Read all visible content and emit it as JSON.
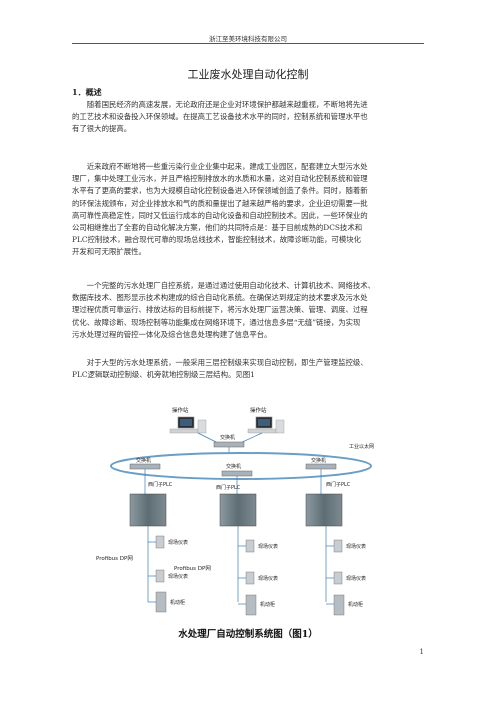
{
  "header": {
    "company": "浙江至美环境科技有限公司"
  },
  "doc": {
    "title": "工业废水处理自动化控制",
    "section": "1．概述",
    "p1": [
      "　　随着国民经济的高速发展，无论政府还是企业对环境保护都越来越重视，不断地将先进",
      "的工艺技术和设备投入环保领域。在提高工艺设备技术水平的同时，控制系统和管理水平也",
      "有了很大的提高。"
    ],
    "p2": [
      "　　近来政府不断地将一些重污染行业企业集中起来，建成工业园区，配套建立大型污水处",
      "理厂，集中处理工业污水，并且严格控制排放水的水质和水量，这对自动化控制系统和管理",
      "水平有了更高的要求，也为大规模自动化控制设备进入环保领域创造了条件。同时，随着新",
      "的环保法规颁布，对企业排放水和气的质和量提出了越来越严格的要求，企业迫切需要一批",
      "高可靠性高稳定性，同时又低运行成本的自动化设备和自动控制技术。因此，一些环保业的",
      "公司相继推出了全套的自动化解决方案，他们的共同特点是：基于目前成熟的DCS技术和",
      "PLC控制技术，融合现代可靠的现场总线技术，智能控制技术，故障诊断功能，可模块化",
      "开发和可无限扩展性。"
    ],
    "p3": [
      "　　一个完整的污水处理厂自控系统，是通过通过使用自动化技术、计算机技术、网络技术、",
      "数据库技术、图形显示技术构建成的综合自动化系统。在确保达到规定的技术要求及污水处",
      "理过程优质可靠运行、排放达标的目标前提下，将污水处理厂运营决策、管理、调度、过程",
      "优化、故障诊断、现场控制等功能集成在网络环境下，通过信息多层“无缝”链接，为实现",
      "污水处理过程的管控一体化及综合信息处理构建了信息平台。"
    ],
    "p4": [
      "　　对于大型的污水处理系统，一般采用三层控制级来实现自动控制，即生产管理监控级、",
      "PLC逻辑联动控制级、机旁就地控制级三层结构。见图1"
    ]
  },
  "figure": {
    "operator1": "操作站",
    "operator2": "操作站",
    "switch_top": "交换机",
    "ethernet": "工业以太网",
    "switch_left": "交换机",
    "switch_mid": "交换机",
    "switch_right": "交换机",
    "plc_left": "西门子PLC",
    "plc_mid": "西门子PLC",
    "plc_right": "西门子PLC",
    "instr": "现场仪表",
    "cabinet": "机动柜",
    "profibus": "Profibus DP网",
    "colors": {
      "ring": "#6a9ec4",
      "line": "#3a7ebf",
      "plc": "#6f7f86",
      "cabinet": "#b5bcc2"
    }
  },
  "caption": "水处理厂自动控制系统图（图1）",
  "page_number": "1"
}
